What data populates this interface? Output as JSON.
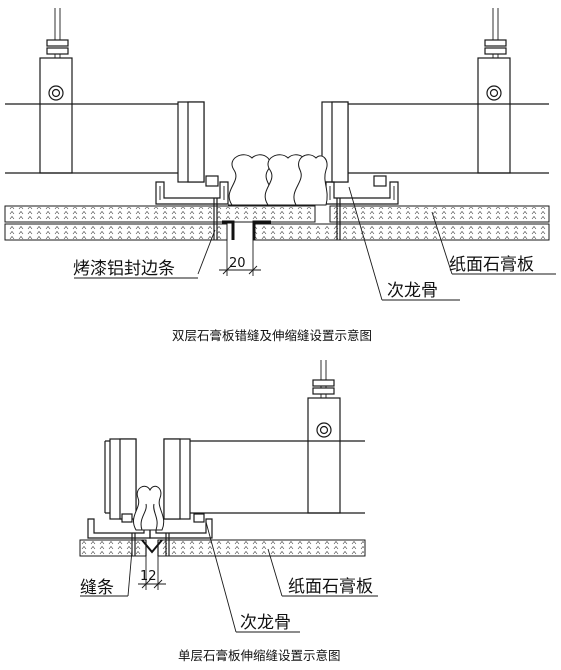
{
  "top_diagram": {
    "caption": "双层石膏板错缝及伸缩缝设置示意图",
    "labels": {
      "edge_strip": "烤漆铝封边条",
      "gypsum_board": "纸面石膏板",
      "secondary_keel": "次龙骨"
    },
    "dimension": "20"
  },
  "bottom_diagram": {
    "caption": "单层石膏板伸缩缝设置示意图",
    "labels": {
      "seam_strip": "缝条",
      "gypsum_board": "纸面石膏板",
      "secondary_keel": "次龙骨"
    },
    "dimension": "12"
  }
}
